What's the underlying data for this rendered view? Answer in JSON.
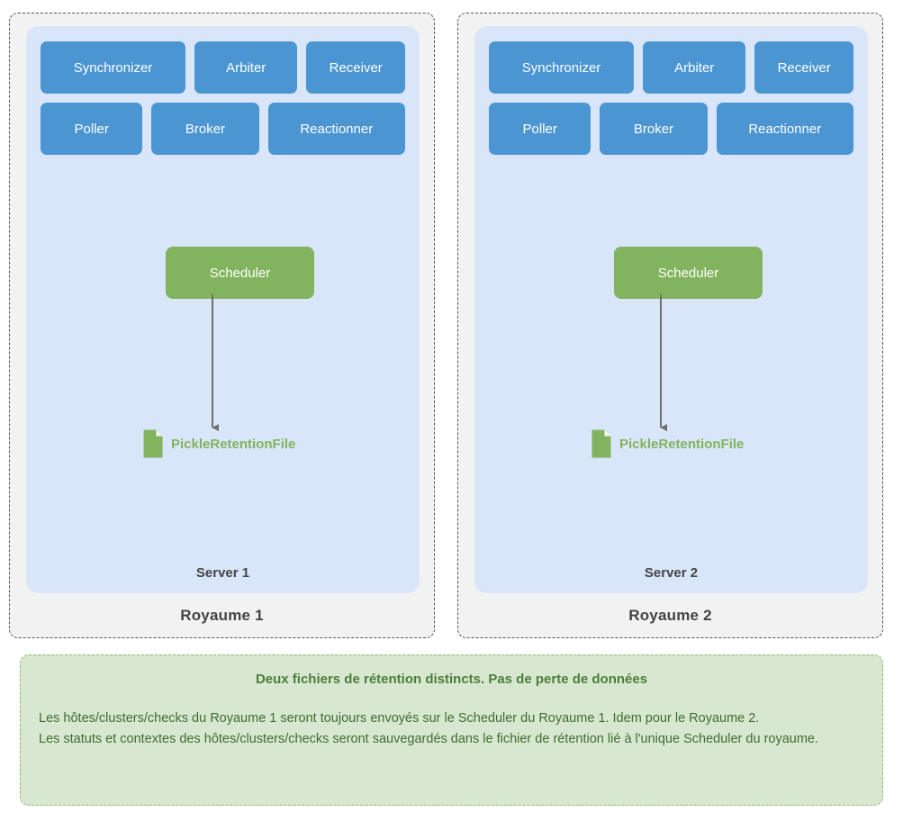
{
  "diagram": {
    "title_hidden": "",
    "colors": {
      "daemon_blue": "#4a95d2",
      "server_panel": "#d9e6f9",
      "realm_panel": "#f2f2f2",
      "scheduler_green": "#82b35e",
      "note_panel": "#d8e8d0",
      "note_border": "#8cb87a",
      "note_title_text": "#4b7d3a",
      "note_body_text": "#3f6c33",
      "label_text": "#444444",
      "arrow": "#6e6e6e"
    },
    "realms": [
      {
        "label": "Royaume 1",
        "server_label": "Server 1",
        "daemons_row1": [
          "Synchronizer",
          "Arbiter",
          "Receiver"
        ],
        "daemons_row2": [
          "Poller",
          "Broker",
          "Reactionner"
        ],
        "scheduler": "Scheduler",
        "retention_file": "PickleRetentionFile"
      },
      {
        "label": "Royaume 2",
        "server_label": "Server 2",
        "daemons_row1": [
          "Synchronizer",
          "Arbiter",
          "Receiver"
        ],
        "daemons_row2": [
          "Poller",
          "Broker",
          "Reactionner"
        ],
        "scheduler": "Scheduler",
        "retention_file": "PickleRetentionFile"
      }
    ],
    "note": {
      "title": "Deux fichiers de rétention distincts. Pas de perte de données",
      "paragraph1": "Les hôtes/clusters/checks du Royaume 1 seront toujours envoyés sur le Scheduler du Royaume 1. Idem pour le Royaume 2.",
      "paragraph2": "Les statuts et contextes des hôtes/clusters/checks seront sauvegardés dans le fichier de rétention lié à l'unique Scheduler du royaume."
    }
  }
}
